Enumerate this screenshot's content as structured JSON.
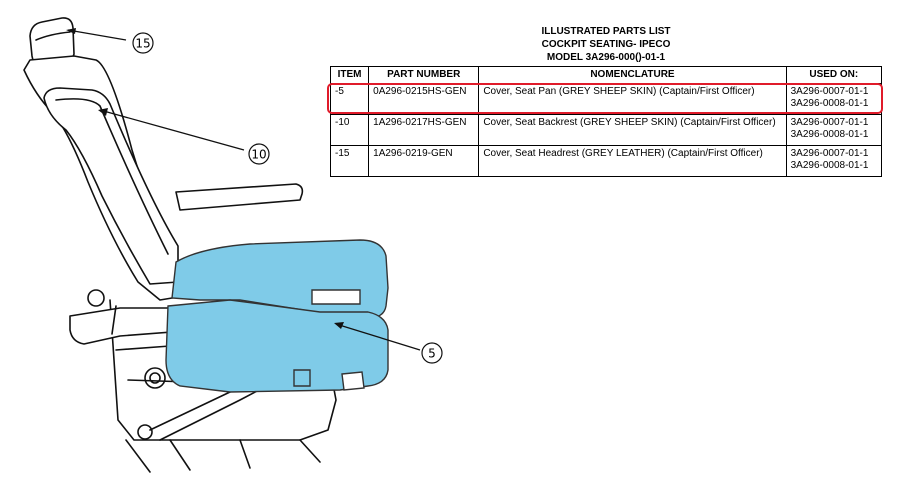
{
  "header": {
    "line1": "ILLUSTRATED PARTS LIST",
    "line2": "COCKPIT SEATING- IPECO",
    "line3": "MODEL 3A296-000()-01-1"
  },
  "table": {
    "columns": [
      "ITEM",
      "PART NUMBER",
      "NOMENCLATURE",
      "USED ON:"
    ],
    "rows": [
      {
        "item": "-5",
        "part_number": "0A296-0215HS-GEN",
        "nomenclature": "Cover, Seat Pan (GREY SHEEP SKIN) (Captain/First Officer)",
        "used_on_1": "3A296-0007-01-1",
        "used_on_2": "3A296-0008-01-1"
      },
      {
        "item": "-10",
        "part_number": "1A296-0217HS-GEN",
        "nomenclature": "Cover, Seat Backrest (GREY SHEEP SKIN) (Captain/First Officer)",
        "used_on_1": "3A296-0007-01-1",
        "used_on_2": "3A296-0008-01-1"
      },
      {
        "item": "-15",
        "part_number": "1A296-0219-GEN",
        "nomenclature": "Cover, Seat Headrest (GREY LEATHER) (Captain/First Officer)",
        "used_on_1": "3A296-0007-01-1",
        "used_on_2": "3A296-0008-01-1"
      }
    ]
  },
  "callouts": {
    "c15": "15",
    "c10": "10",
    "c5": "5"
  },
  "colors": {
    "highlight": "#e01b2a",
    "cushion": "#7fcbe8"
  }
}
